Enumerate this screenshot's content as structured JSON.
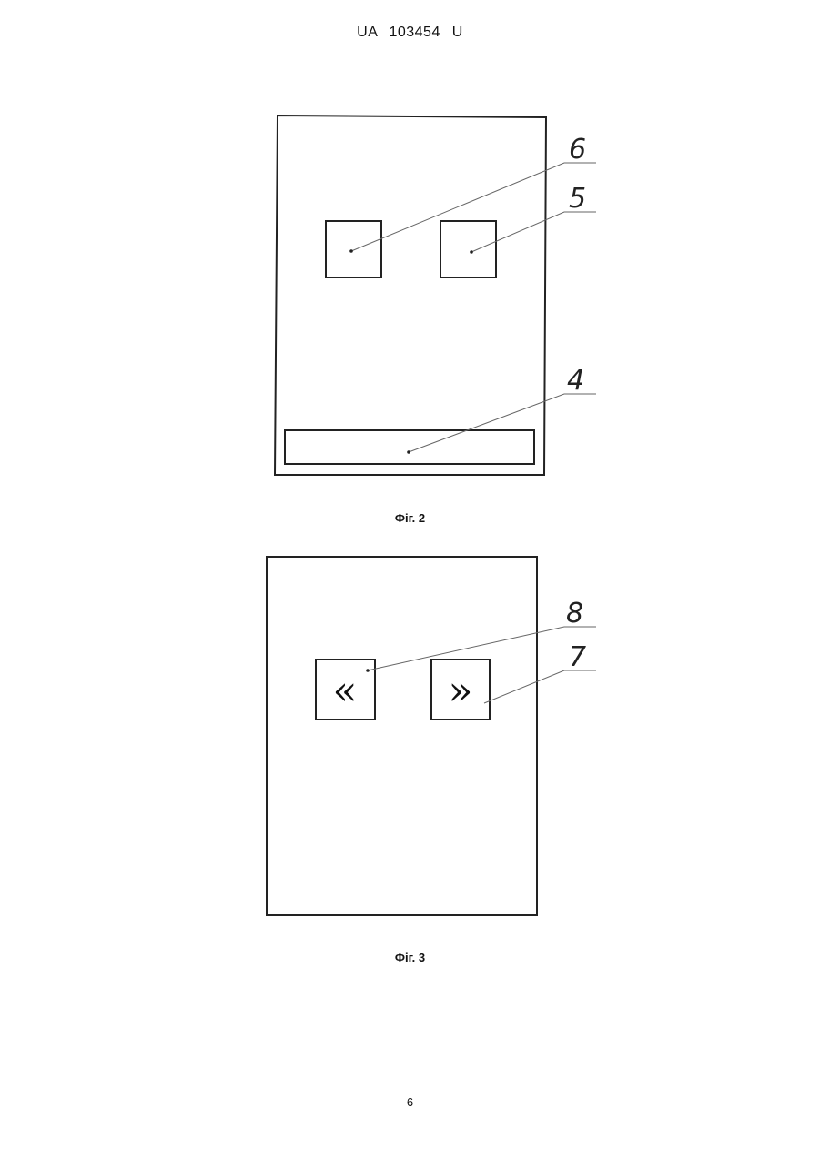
{
  "header": {
    "doc_number": "UA   103454   U"
  },
  "figures": [
    {
      "caption": "Фіг. 2",
      "callouts": [
        {
          "label": "6",
          "target": "left-square"
        },
        {
          "label": "5",
          "target": "right-square"
        },
        {
          "label": "4",
          "target": "bottom-bar"
        }
      ]
    },
    {
      "caption": "Фіг. 3",
      "buttons": [
        {
          "glyph": "«",
          "icon": "double-chevron-left-icon"
        },
        {
          "glyph": "»",
          "icon": "double-chevron-right-icon"
        }
      ],
      "callouts": [
        {
          "label": "8",
          "target": "left-button"
        },
        {
          "label": "7",
          "target": "right-button"
        }
      ]
    }
  ],
  "footer": {
    "page_number": "6"
  }
}
